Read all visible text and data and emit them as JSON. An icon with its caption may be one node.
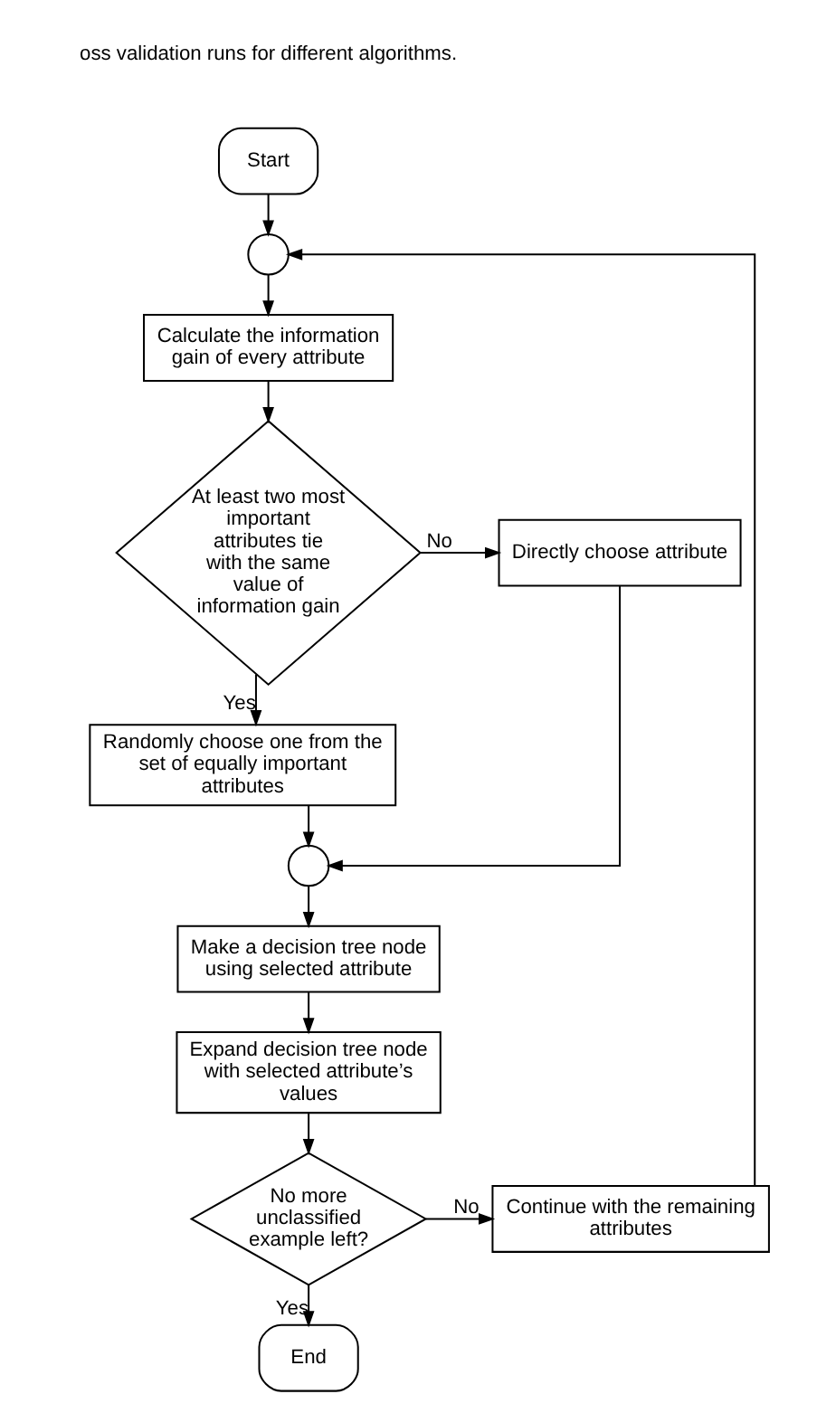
{
  "diagram": {
    "nodes": [
      {
        "text": [
          "Start"
        ]
      },
      {
        "text": [],
        "shape": "circle"
      },
      {
        "text": [
          "Calculate the information gain of every attribute"
        ]
      },
      {
        "text": [
          "At least two most important attributes tie with the same value of information gain"
        ]
      },
      {
        "text": [
          "Directly choose attribute"
        ]
      },
      {
        "text": [
          "Randomly choose one from the set of equally important attributes"
        ]
      },
      {
        "text": [],
        "shape": "circle"
      },
      {
        "text": [
          "Make a decision tree node using selected attribute"
        ]
      },
      {
        "text": [
          "Expand decision tree node with selected attribute’s values"
        ]
      },
      {
        "text": [
          "No more unclassified example left?"
        ]
      },
      {
        "text": [
          "Continue with the remaining attributes"
        ]
      },
      {
        "text": [
          "End"
        ]
      }
    ],
    "edges": [
      {
        "from": 0,
        "to": 1,
        "arrow": "to"
      },
      {
        "from": 1,
        "to": 2,
        "arrow": "to"
      },
      {
        "from": 2,
        "to": 3,
        "arrow": "to"
      },
      {
        "from": 3,
        "to": 4,
        "arrow": "to",
        "label": "No"
      },
      {
        "from": 3,
        "to": 5,
        "arrow": "to",
        "label": "Yes"
      },
      {
        "from": 5,
        "to": 6,
        "arrow": "to"
      },
      {
        "from": 4,
        "to": 6,
        "arrow": "to"
      },
      {
        "from": 6,
        "to": 7,
        "arrow": "to"
      },
      {
        "from": 7,
        "to": 8,
        "arrow": "to"
      },
      {
        "from": 8,
        "to": 9,
        "arrow": "to"
      },
      {
        "from": 9,
        "to": 10,
        "arrow": "to",
        "label": "No"
      },
      {
        "from": 9,
        "to": 11,
        "arrow": "to",
        "label": "Yes"
      },
      {
        "from": 10,
        "to": 1,
        "arrow": "to"
      }
    ],
    "labels": [
      "oss validation runs for different algorithms."
    ]
  }
}
